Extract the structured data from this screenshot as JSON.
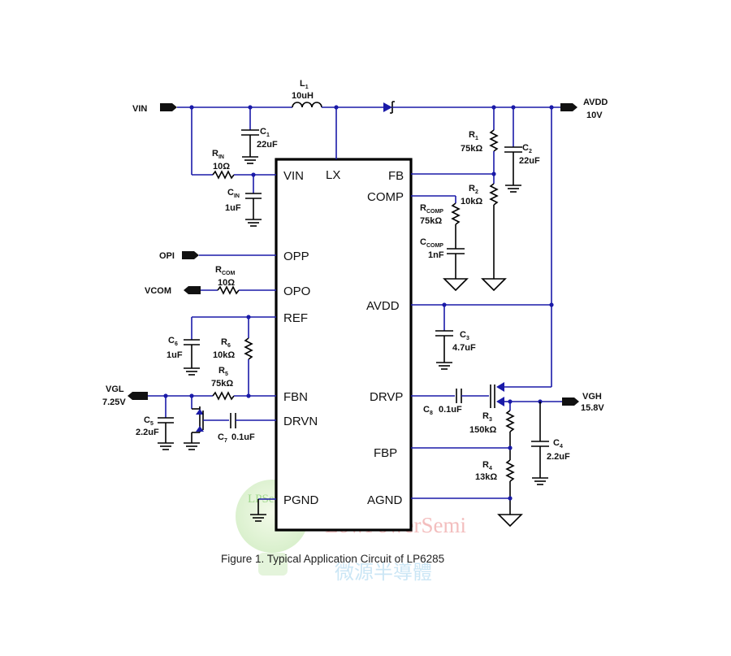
{
  "pins": {
    "vin": "VIN",
    "lx": "LX",
    "fb": "FB",
    "comp": "COMP",
    "opp": "OPP",
    "opo": "OPO",
    "ref": "REF",
    "avdd": "AVDD",
    "drvp": "DRVP",
    "fbn": "FBN",
    "drvn": "DRVN",
    "fbp": "FBP",
    "pgnd": "PGND",
    "agnd": "AGND"
  },
  "ports": {
    "vin": "VIN",
    "avdd": "AVDD",
    "avdd_v": "10V",
    "opi": "OPI",
    "vcom": "VCOM",
    "vgl": "VGL",
    "vgl_v": "7.25V",
    "vgh": "VGH",
    "vgh_v": "15.8V"
  },
  "components": {
    "L1": {
      "name": "L",
      "sub": "1",
      "value": "10uH"
    },
    "C1": {
      "name": "C",
      "sub": "1",
      "value": "22uF"
    },
    "RIN": {
      "name": "R",
      "sub": "IN",
      "value": "10Ω"
    },
    "CIN": {
      "name": "C",
      "sub": "IN",
      "value": "1uF"
    },
    "R1": {
      "name": "R",
      "sub": "1",
      "value": "75kΩ"
    },
    "C2": {
      "name": "C",
      "sub": "2",
      "value": "22uF"
    },
    "R2": {
      "name": "R",
      "sub": "2",
      "value": "10kΩ"
    },
    "RCOMP": {
      "name": "R",
      "sub": "COMP",
      "value": "75kΩ"
    },
    "CCOMP": {
      "name": "C",
      "sub": "COMP",
      "value": "1nF"
    },
    "RCOM": {
      "name": "R",
      "sub": "COM",
      "value": "10Ω"
    },
    "C3": {
      "name": "C",
      "sub": "3",
      "value": "4.7uF"
    },
    "C6": {
      "name": "C",
      "sub": "6",
      "value": "1uF"
    },
    "R6": {
      "name": "R",
      "sub": "6",
      "value": "10kΩ"
    },
    "R5": {
      "name": "R",
      "sub": "5",
      "value": "75kΩ"
    },
    "C5": {
      "name": "C",
      "sub": "5",
      "value": "2.2uF"
    },
    "C7": {
      "name": "C",
      "sub": "7",
      "value": "0.1uF"
    },
    "C8": {
      "name": "C",
      "sub": "8",
      "value": "0.1uF"
    },
    "R3": {
      "name": "R",
      "sub": "3",
      "value": "150kΩ"
    },
    "R4": {
      "name": "R",
      "sub": "4",
      "value": "13kΩ"
    },
    "C4": {
      "name": "C",
      "sub": "4",
      "value": "2.2uF"
    }
  },
  "caption": "Figure 1. Typical Application Circuit of LP6285",
  "watermark": {
    "logo": "LPSemi",
    "text": "LowPowerSemi",
    "cn": "微源半導體"
  },
  "colors": {
    "wire": "#1a1aa8",
    "chip": "#000000",
    "watermark_red": "#f1b3b3",
    "watermark_blue": "#bfe0f3"
  }
}
